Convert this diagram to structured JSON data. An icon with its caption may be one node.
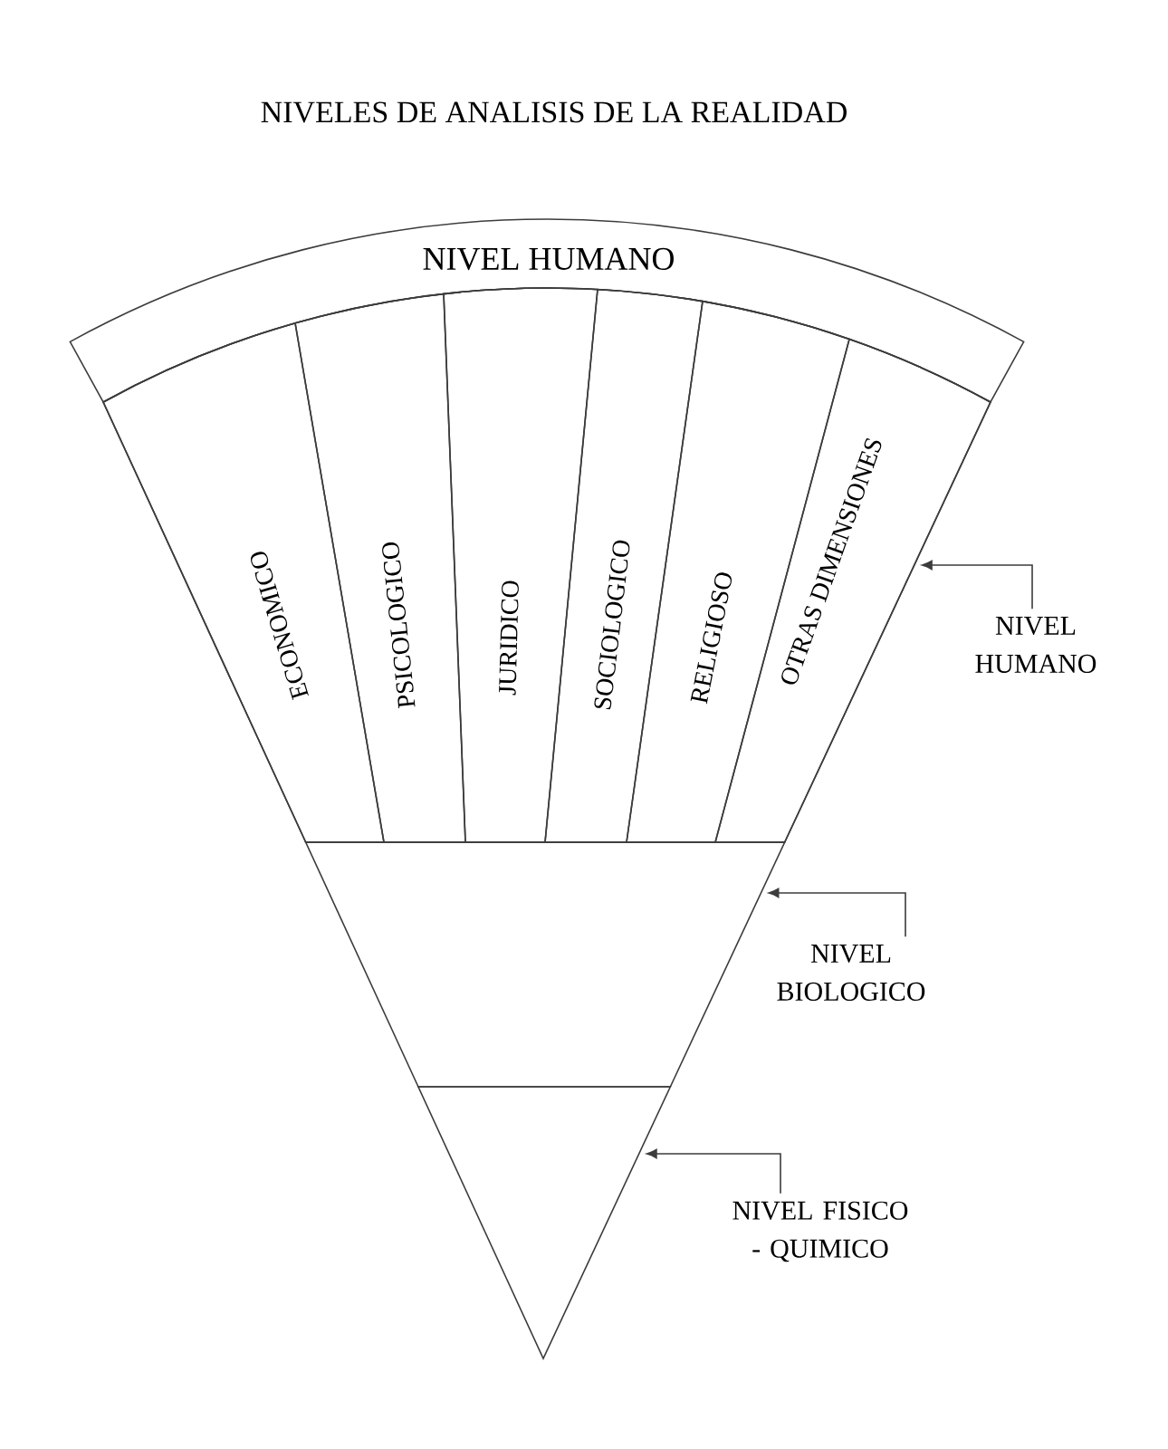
{
  "diagram": {
    "title": "NIVELES DE ANALISIS DE LA REALIDAD",
    "nodes": [
      {
        "text": [
          "NIVEL HUMANO"
        ]
      },
      {
        "text": [],
        "shape": "sector"
      },
      {
        "text": [
          "ECONOMICO"
        ],
        "in": 1
      },
      {
        "text": [
          "PSICOLOGICO"
        ],
        "in": 1
      },
      {
        "text": [
          "JURIDICO"
        ],
        "in": 1
      },
      {
        "text": [
          "SOCIOLOGICO"
        ],
        "in": 1
      },
      {
        "text": [
          "RELIGIOSO"
        ],
        "in": 1
      },
      {
        "text": [
          "OTRAS DIMENSIONES"
        ],
        "in": 1
      },
      {
        "text": [],
        "shape": "trapezoid"
      },
      {
        "text": [],
        "shape": "triangle"
      },
      {
        "text": [
          "NIVEL HUMANO"
        ]
      },
      {
        "text": [
          "NIVEL BIOLOGICO"
        ]
      },
      {
        "text": [
          "NIVEL FISICO - QUIMICO"
        ]
      }
    ],
    "edges": [
      {
        "from": 10,
        "to": 1,
        "arrow": "to"
      },
      {
        "from": 11,
        "to": 8,
        "arrow": "to"
      },
      {
        "from": 12,
        "to": 9,
        "arrow": "to"
      }
    ]
  }
}
